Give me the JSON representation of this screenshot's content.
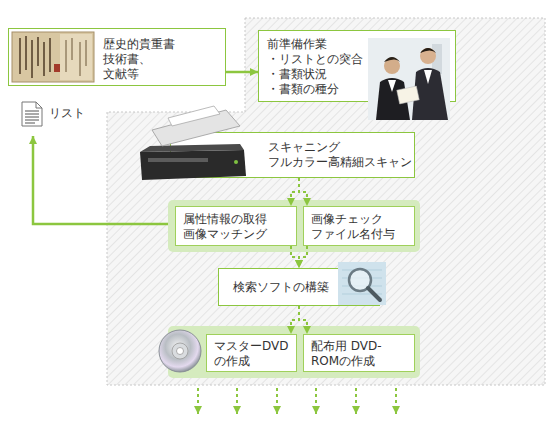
{
  "diagram": {
    "nodes": [
      {
        "text": [
          "歴史的貴重書 技術書、 文献等"
        ]
      },
      {
        "text": [
          "前準備作業",
          "・リストとの突合",
          "・書類状況",
          "・書類の種分"
        ]
      },
      {
        "text": [
          "スキャニング",
          "フルカラー高精細スキャン"
        ]
      },
      {
        "text": [
          "属性情報の取得 画像マッチング"
        ]
      },
      {
        "text": [
          "画像チェック ファイル名付与"
        ]
      },
      {
        "text": [
          "検索ソフトの構築"
        ]
      },
      {
        "text": [
          "マスターDVD の作成"
        ]
      },
      {
        "text": [
          "配布用 DVD-ROMの作成"
        ]
      }
    ],
    "edges": [
      {
        "from": 0,
        "to": 1,
        "arrow": "to"
      },
      {
        "from": 2,
        "to": 3,
        "arrow": "to"
      },
      {
        "from": 2,
        "to": 4,
        "arrow": "to"
      },
      {
        "from": 3,
        "to": 5,
        "arrow": "to"
      },
      {
        "from": 4,
        "to": 5,
        "arrow": "to"
      },
      {
        "from": 5,
        "to": 6,
        "arrow": "to"
      },
      {
        "from": 5,
        "to": 7,
        "arrow": "to"
      }
    ],
    "labels": [
      "リスト"
    ]
  }
}
